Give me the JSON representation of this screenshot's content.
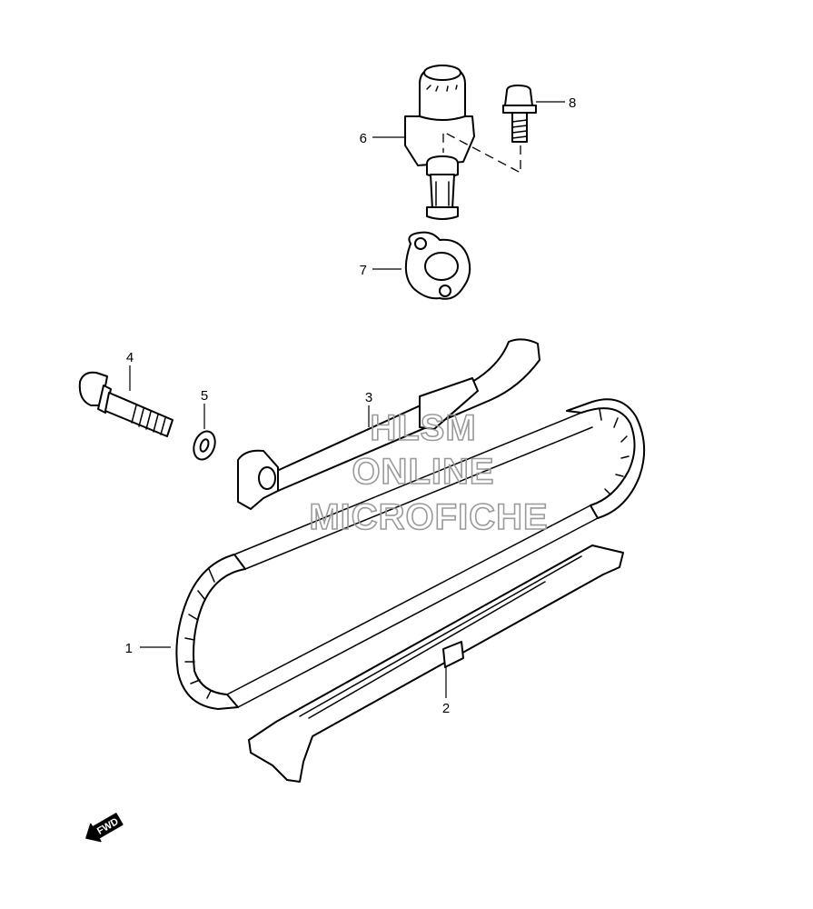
{
  "callouts": [
    {
      "id": "1",
      "label": "1"
    },
    {
      "id": "2",
      "label": "2"
    },
    {
      "id": "3",
      "label": "3"
    },
    {
      "id": "4",
      "label": "4"
    },
    {
      "id": "5",
      "label": "5"
    },
    {
      "id": "6",
      "label": "6"
    },
    {
      "id": "7",
      "label": "7"
    },
    {
      "id": "8",
      "label": "8"
    }
  ],
  "watermark": {
    "line1": "HLSM",
    "line2": "ONLINE",
    "line3": "MICROFICHE",
    "color": "#9a9a9a"
  },
  "direction_badge": {
    "label": "FWD",
    "icon": "fwd-arrow-icon"
  }
}
